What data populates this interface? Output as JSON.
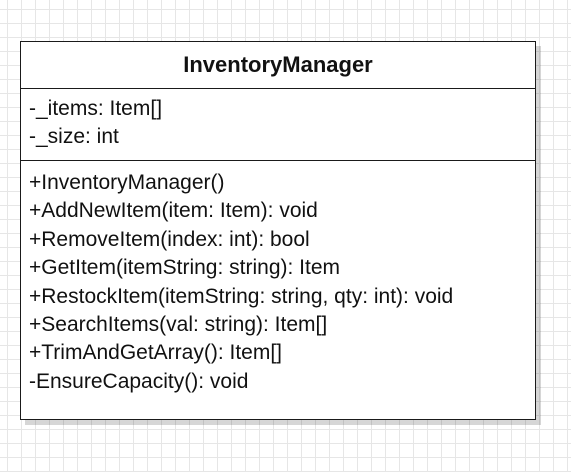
{
  "class": {
    "name": "InventoryManager",
    "attributes": [
      "-_items: Item[]",
      "-_size: int"
    ],
    "methods": [
      "+InventoryManager()",
      "+AddNewItem(item: Item): void",
      "+RemoveItem(index: int): bool",
      "+GetItem(itemString: string): Item",
      "+RestockItem(itemString: string, qty: int): void",
      "+SearchItems(val: string): Item[]",
      "+TrimAndGetArray(): Item[]",
      "-EnsureCapacity(): void"
    ]
  }
}
